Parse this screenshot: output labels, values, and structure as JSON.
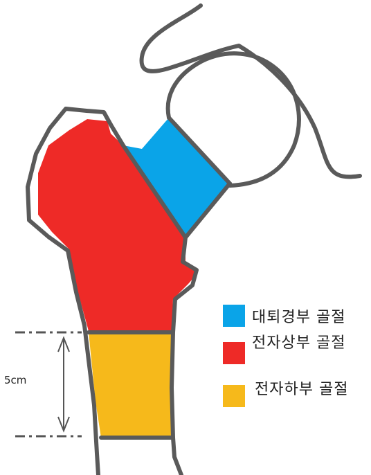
{
  "measure": {
    "label": "5cm"
  },
  "legend": [
    {
      "label": "대퇴경부 골절",
      "color": "#0AA4E8"
    },
    {
      "label": "전자상부 골절",
      "color": "#EE2A27"
    },
    {
      "label": "전자하부 골절",
      "color": "#F6B91B"
    }
  ],
  "colors": {
    "outline": "#5A5A5A",
    "dimension_line": "#555555"
  }
}
